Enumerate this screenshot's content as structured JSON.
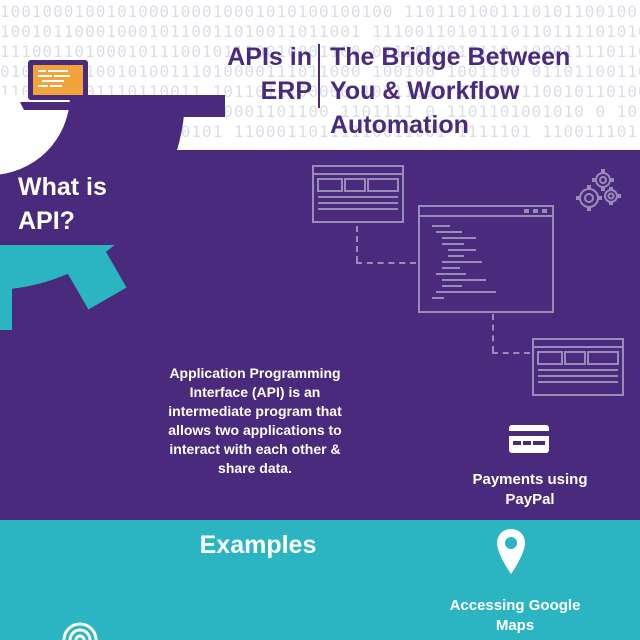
{
  "header": {
    "binary_rows": [
      "1001000100101000100010001010100100100 1101101001110101100100110110100 0 001 111011000 011001 10101000 1100101100101",
      "1001011000100010110011010011011001 11100110101110110111101010001001111001101111011000 1101110110101 1011101",
      "1110011010001011100101110010001100 0111010010110 100011110110001000 11001011 0 1001001010011 100100111011011011",
      "0101101010010100111010000111011000 100100 1001100 0110110011001011101011101101 0 1001 0 0111110 1000111111",
      "1100010101110110011 1011011100000 10011010 0101101100101101001011010011011011000111 0 1011 1101001001010111",
      "110100100000 0101001 0001101100 1101111 0 1101101001010 0 1010 0 1100110011110110100 1000010101011 1001010011",
      "0010111010 11 1010101 11000110111110011001 1111101 110011101101 011100111110 0111101 0 1100110110 1110110010 01"
    ],
    "title_left": "APIs in ERP",
    "title_right": "The Bridge Between You & Workflow Automation"
  },
  "sections": {
    "what_label": "What is API?",
    "definition": "Application Programming Interface (API) is an intermediate program that allows two applications to interact with each other & share data.",
    "examples_label": "Examples"
  },
  "examples": {
    "payments": "Payments using PayPal",
    "maps": "Accessing Google Maps"
  },
  "icons": {
    "laptop": "laptop-icon",
    "card": "credit-card-icon",
    "pin": "map-pin-icon",
    "signal": "signal-waves-icon",
    "cogs": "cogs-icon",
    "window": "browser-window-icon"
  },
  "colors": {
    "purple": "#4a2a7c",
    "teal": "#2bb5c3",
    "white": "#ffffff",
    "outline": "#9a8cb8",
    "laptop_screen": "#f2a23a"
  }
}
